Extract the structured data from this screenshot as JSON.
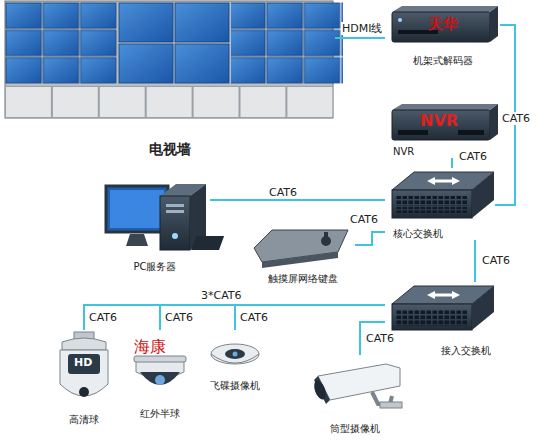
{
  "diagram": {
    "nodes": [
      {
        "text": [
          "电视墙"
        ]
      },
      {
        "text": [
          "机架式解码器"
        ]
      },
      {
        "text": [
          "NVR"
        ]
      },
      {
        "text": [
          "核心交换机"
        ]
      },
      {
        "text": [
          "PC服务器"
        ]
      },
      {
        "text": [
          "触摸屏网络键盘"
        ]
      },
      {
        "text": [
          "接入交换机"
        ]
      },
      {
        "text": [
          "高清球"
        ]
      },
      {
        "text": [
          "红外半球"
        ]
      },
      {
        "text": [
          "飞碟摄像机"
        ]
      },
      {
        "text": [
          "筒型摄像机"
        ]
      }
    ],
    "edges": [
      {
        "from": 0,
        "to": 1,
        "label": "HDMI线",
        "arrow": "none"
      },
      {
        "from": 1,
        "to": 3,
        "label": "CAT6",
        "arrow": "none"
      },
      {
        "from": 2,
        "to": 3,
        "label": "CAT6",
        "arrow": "none"
      },
      {
        "from": 4,
        "to": 3,
        "label": "CAT6",
        "arrow": "none"
      },
      {
        "from": 5,
        "to": 3,
        "label": "CAT6",
        "arrow": "none"
      },
      {
        "from": 3,
        "to": 6,
        "label": "CAT6",
        "arrow": "none"
      },
      {
        "from": 6,
        "to": 7,
        "label": "CAT6",
        "arrow": "none"
      },
      {
        "from": 6,
        "to": 8,
        "label": "CAT6",
        "arrow": "none"
      },
      {
        "from": 6,
        "to": 9,
        "label": "CAT6",
        "arrow": "none"
      },
      {
        "from": 6,
        "to": 10,
        "label": "CAT6",
        "arrow": "none"
      }
    ],
    "labels": [
      "3*CAT6",
      "天华",
      "NVR",
      "HD",
      "海康"
    ]
  }
}
